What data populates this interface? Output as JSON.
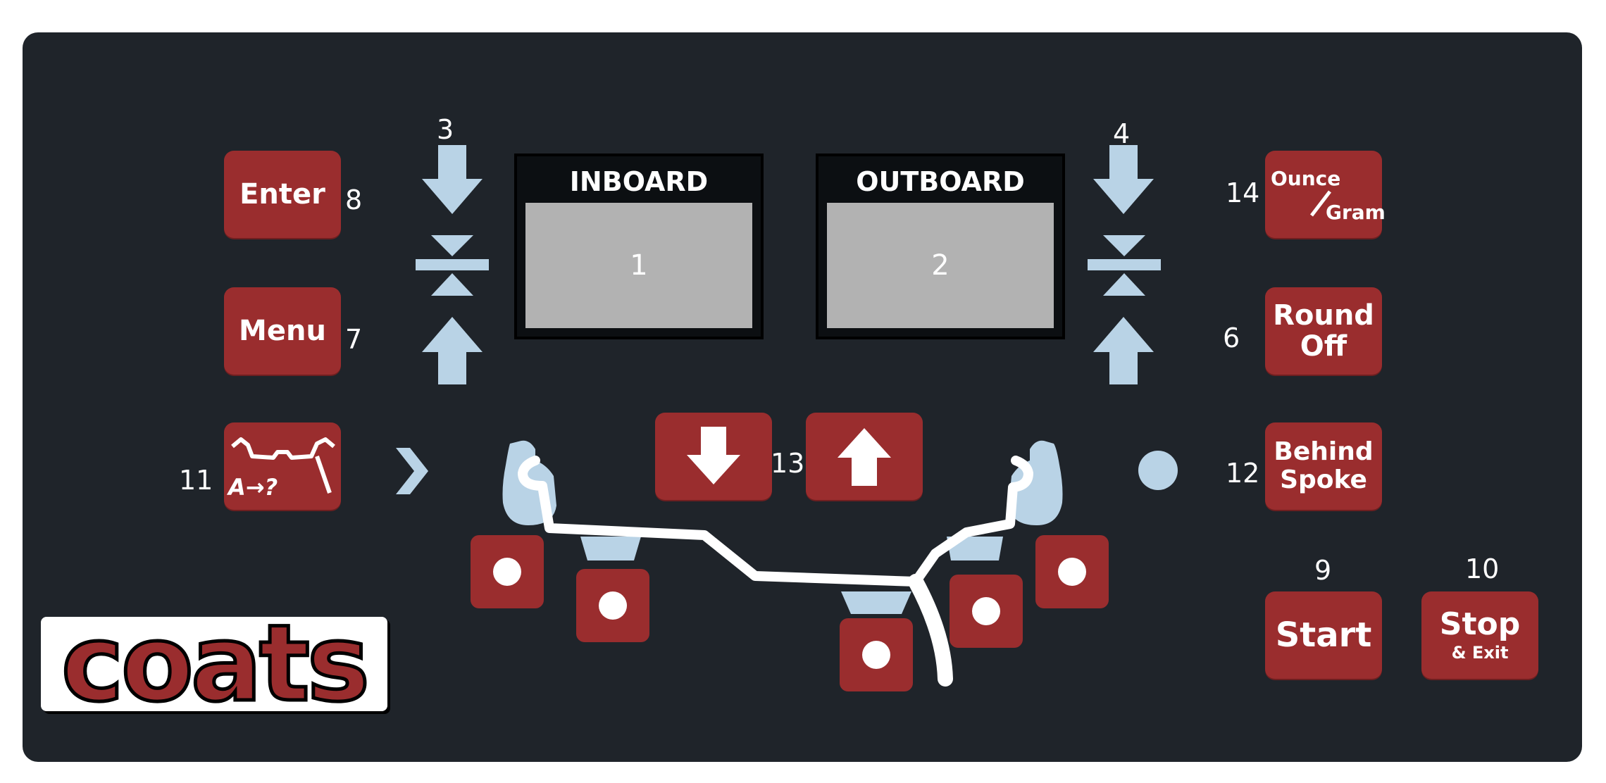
{
  "colors": {
    "panel": "#1f242a",
    "button": "#9a2d2e",
    "accent": "#b9d3e6",
    "screen": "#b2b2b2"
  },
  "displays": {
    "inboard": {
      "label": "INBOARD",
      "value": "1"
    },
    "outboard": {
      "label": "OUTBOARD",
      "value": "2"
    }
  },
  "buttons": {
    "enter": {
      "label": "Enter",
      "num": "8"
    },
    "menu": {
      "label": "Menu",
      "num": "7"
    },
    "profile": {
      "label": "A→?",
      "num": "11",
      "icon": "wheel-profile-icon"
    },
    "ounce_gram": {
      "line1": "Ounce",
      "line2": "Gram",
      "num": "14"
    },
    "round_off": {
      "line1": "Round",
      "line2": "Off",
      "num": "6"
    },
    "behind_spoke": {
      "line1": "Behind",
      "line2": "Spoke",
      "num": "12"
    },
    "start": {
      "label": "Start",
      "num": "9"
    },
    "stop": {
      "label": "Stop",
      "sub": "& Exit",
      "num": "10"
    },
    "down_up_num": "13"
  },
  "arrows": {
    "left_num": "3",
    "right_num": "4"
  },
  "logo": {
    "text": "coats"
  }
}
